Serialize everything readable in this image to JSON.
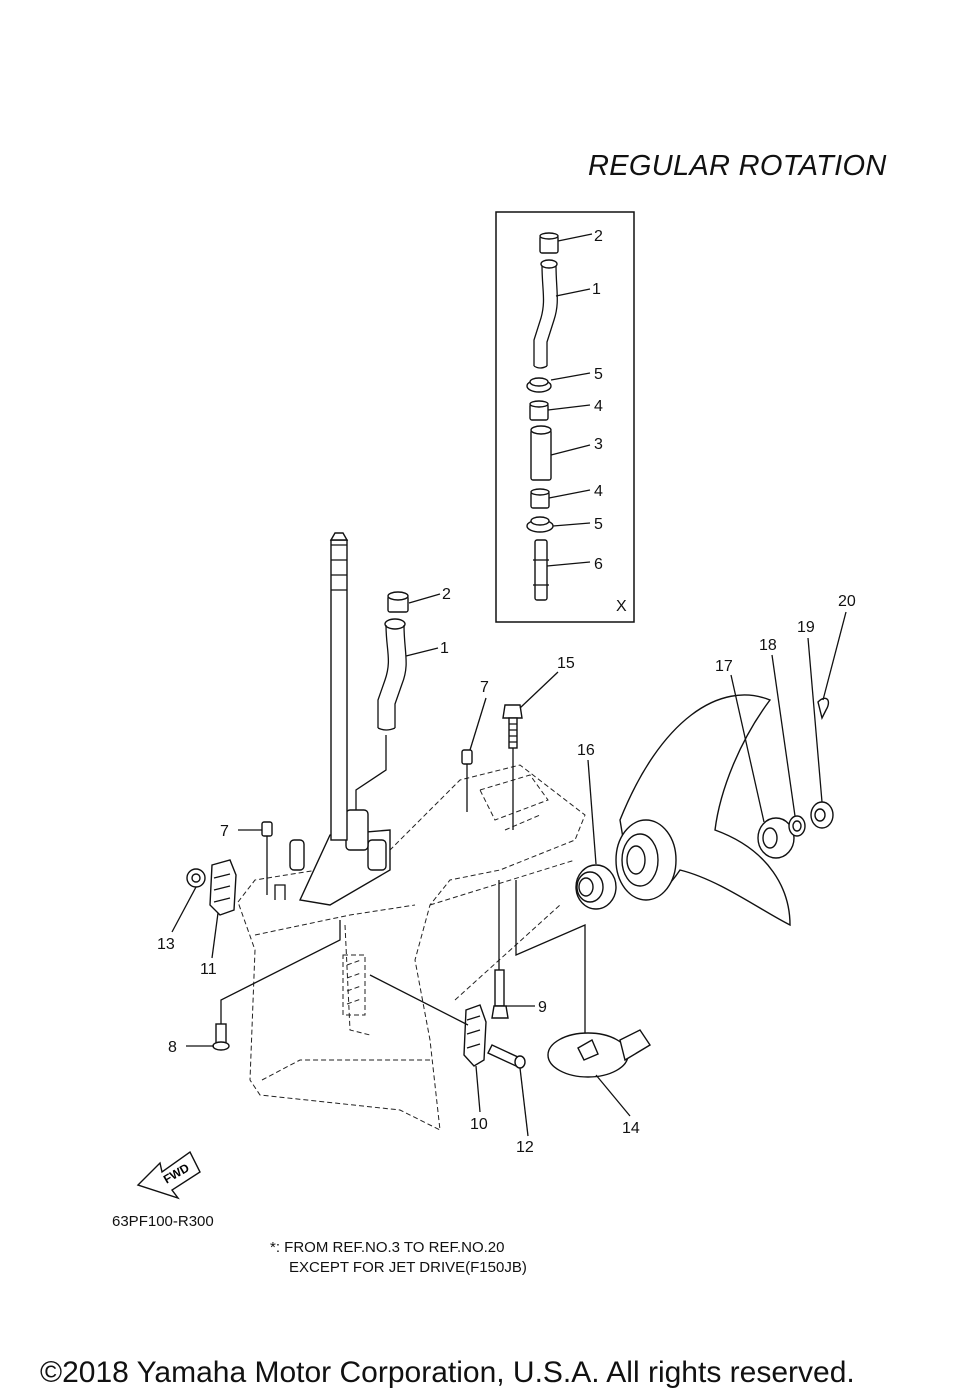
{
  "title": "REGULAR ROTATION",
  "inset_label": "X",
  "drawing_code": "63PF100-R300",
  "fwd_label": "FWD",
  "note": {
    "line1": "*: FROM REF.NO.3 TO REF.NO.20",
    "line2": "EXCEPT FOR JET DRIVE(F150JB)"
  },
  "copyright": "©2018 Yamaha Motor Corporation, U.S.A. All rights reserved.",
  "inset_callouts": [
    "2",
    "1",
    "5",
    "4",
    "3",
    "4",
    "5",
    "6"
  ],
  "main_callouts": [
    "2",
    "1",
    "7",
    "15",
    "16",
    "17",
    "18",
    "19",
    "20",
    "7",
    "13",
    "11",
    "9",
    "8",
    "10",
    "12",
    "14"
  ]
}
